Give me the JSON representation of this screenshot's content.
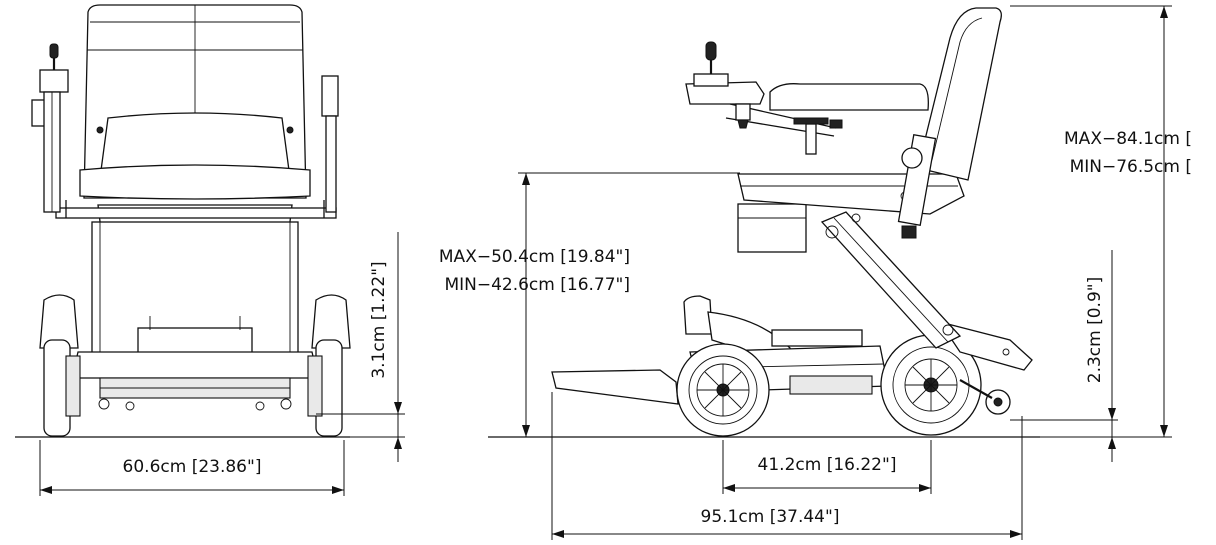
{
  "dimensions": {
    "width": "60.6cm [23.86\"]",
    "front_clearance": "3.1cm [1.22\"]",
    "seat_height_max": "MAX−50.4cm [19.84\"]",
    "seat_height_min": "MIN−42.6cm [16.77\"]",
    "overall_height_max": "MAX−84.1cm [",
    "overall_height_min": "MIN−76.5cm [",
    "rear_clearance": "2.3cm [0.9\"]",
    "wheelbase": "41.2cm [16.22\"]",
    "length": "95.1cm [37.44\"]"
  },
  "colors": {
    "line": "#111111",
    "background": "#ffffff"
  }
}
